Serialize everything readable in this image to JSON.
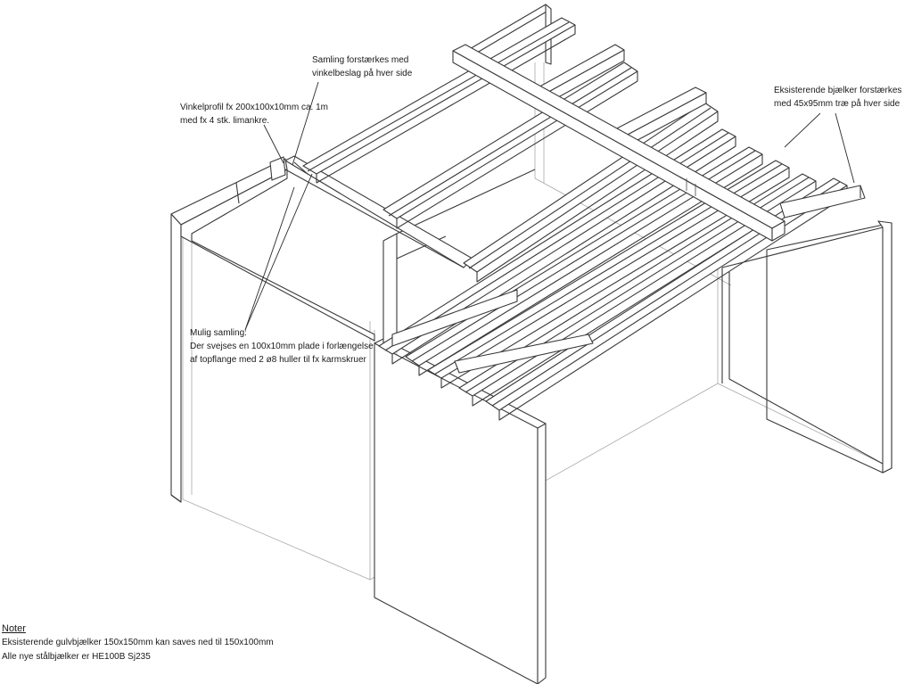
{
  "annotations": {
    "samling": [
      "Samling forstærkes med",
      "vinkelbeslag på hver side"
    ],
    "vinkelprofil": [
      "Vinkelprofil fx 200x100x10mm ca. 1m",
      "med fx 4 stk. limankre."
    ],
    "eksisterende_bjaelker": [
      "Eksisterende bjælker forstærkes",
      "med 45x95mm træ på hver side"
    ],
    "mulig_samling": [
      "Mulig samling:",
      "Der svejses en 100x10mm plade i forlængelse",
      "af topflange med 2 ø8 huller til fx karmskruer"
    ]
  },
  "notes": {
    "title": "Noter",
    "lines": [
      "Eksisterende gulvbjælker 150x150mm kan saves ned til 150x100mm",
      "Alle nye stålbjælker er HE100B Sj235"
    ]
  },
  "colors": {
    "line": "#3a3a3a",
    "hidden": "#a8a8a8",
    "text": "#1a1a1a"
  }
}
